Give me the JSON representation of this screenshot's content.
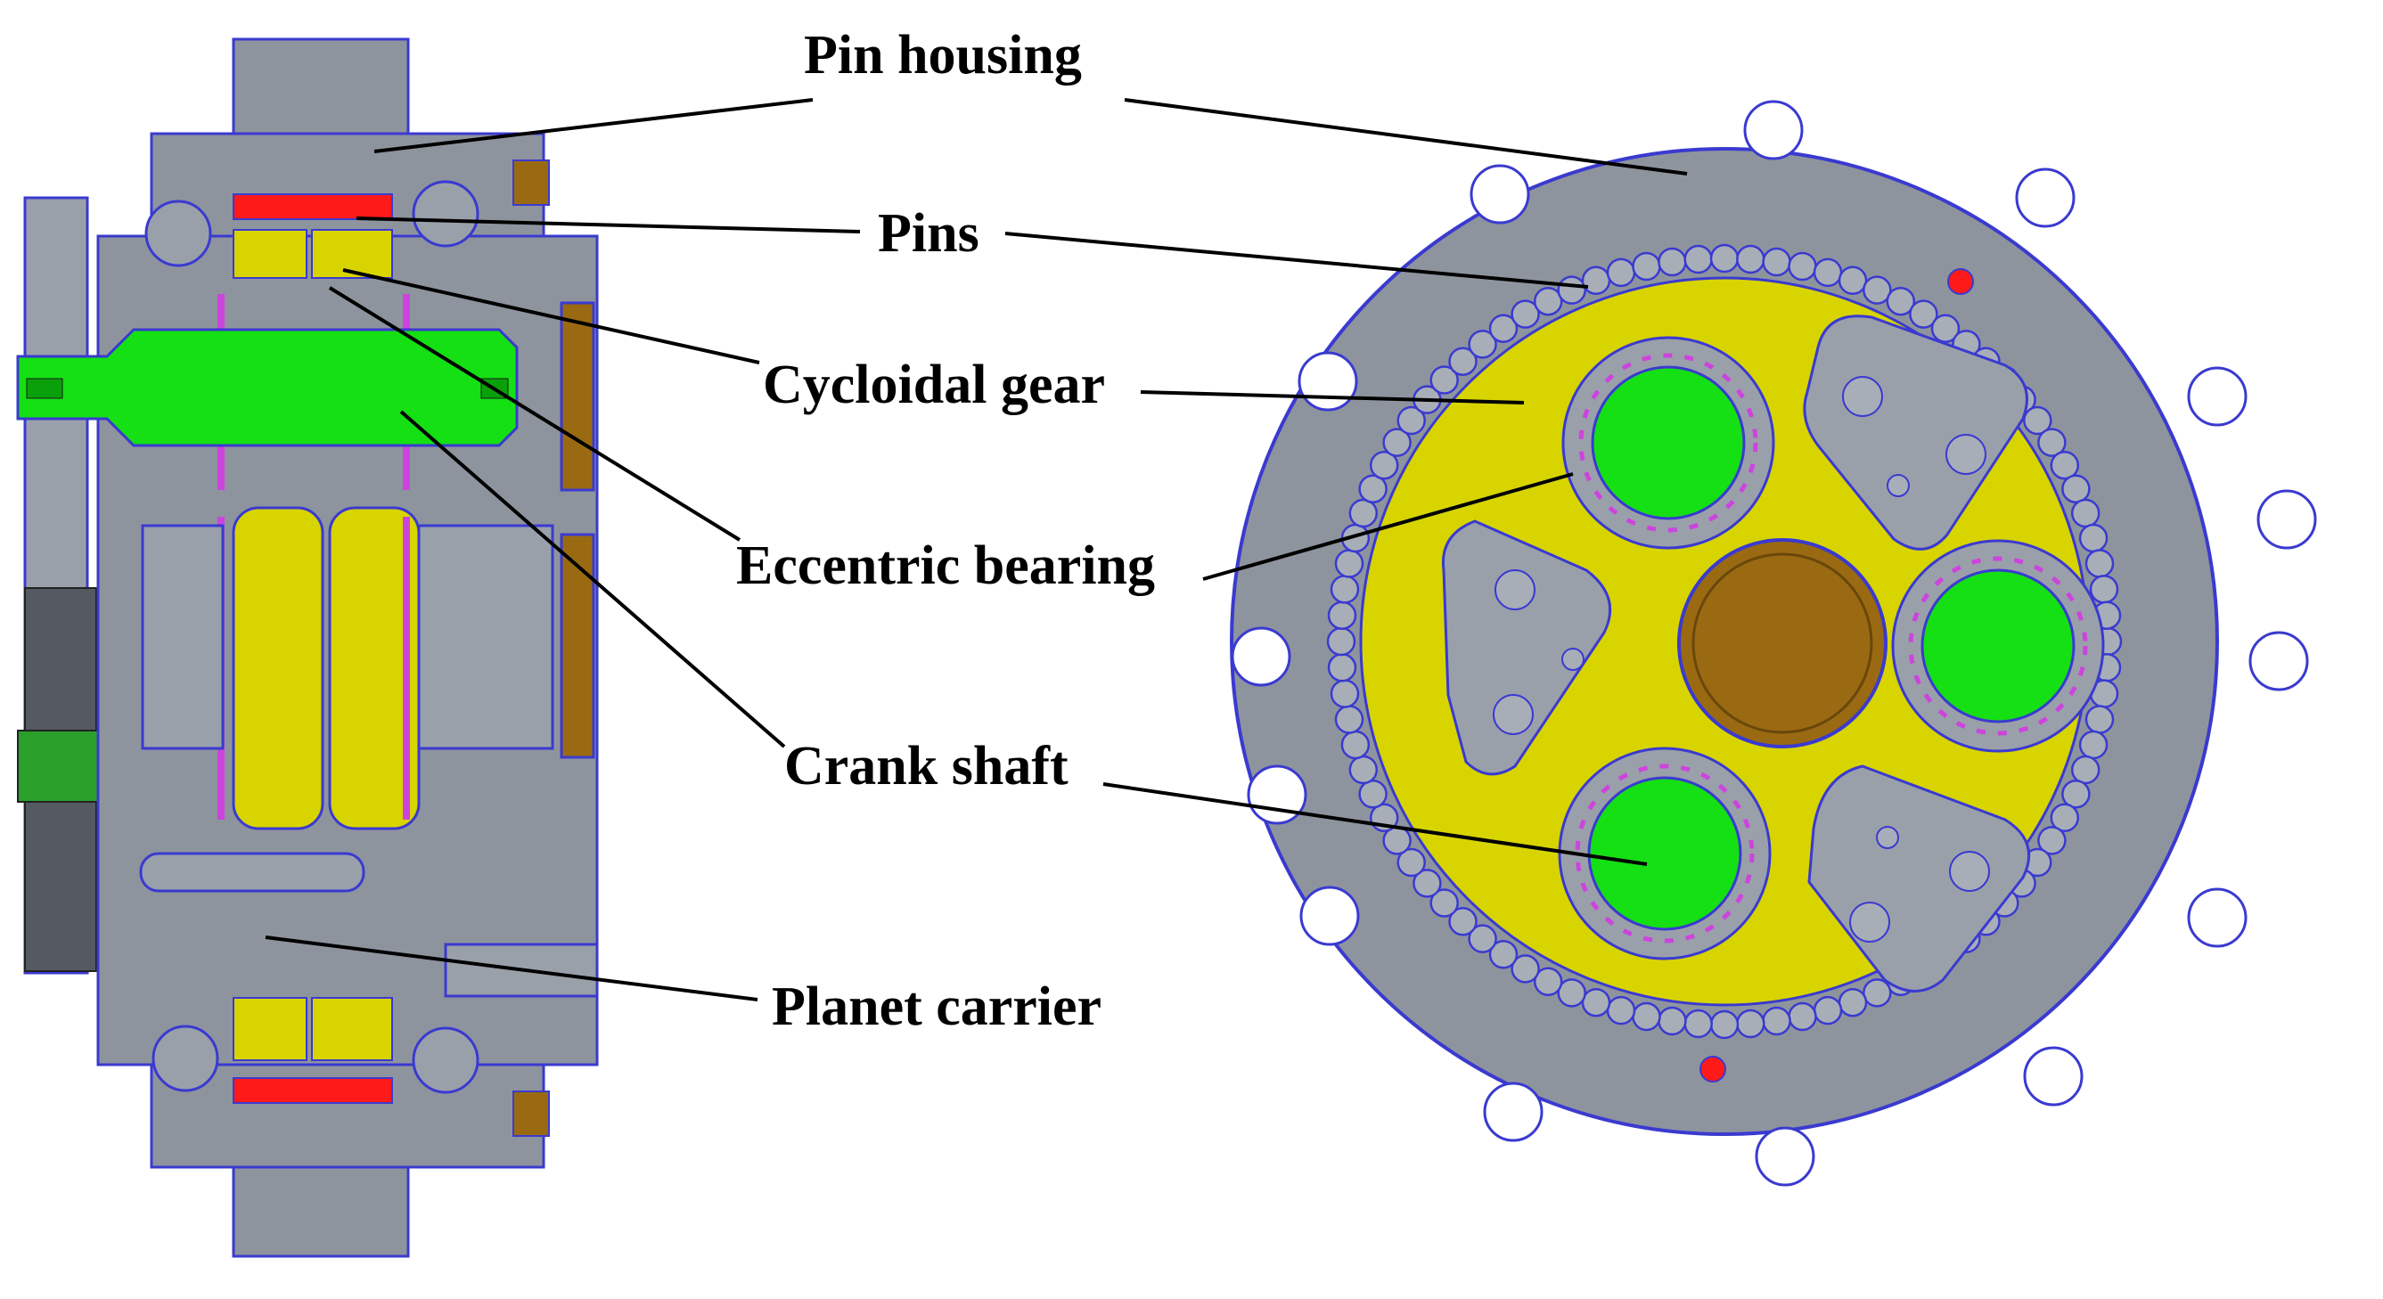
{
  "labels": {
    "pin_housing": "Pin housing",
    "pins": "Pins",
    "cycloidal_gear": "Cycloidal gear",
    "eccentric_bearing": "Eccentric bearing",
    "crank_shaft": "Crank shaft",
    "planet_carrier": "Planet carrier"
  },
  "colors": {
    "housing": "#8e949e",
    "housing_dark": "#6f7580",
    "outline": "#3a3ad0",
    "cycloid": "#d8d400",
    "crank": "#14e014",
    "pin_red": "#ff1a1a",
    "bronze": "#9a6a12",
    "magenta": "#cc44dd"
  }
}
